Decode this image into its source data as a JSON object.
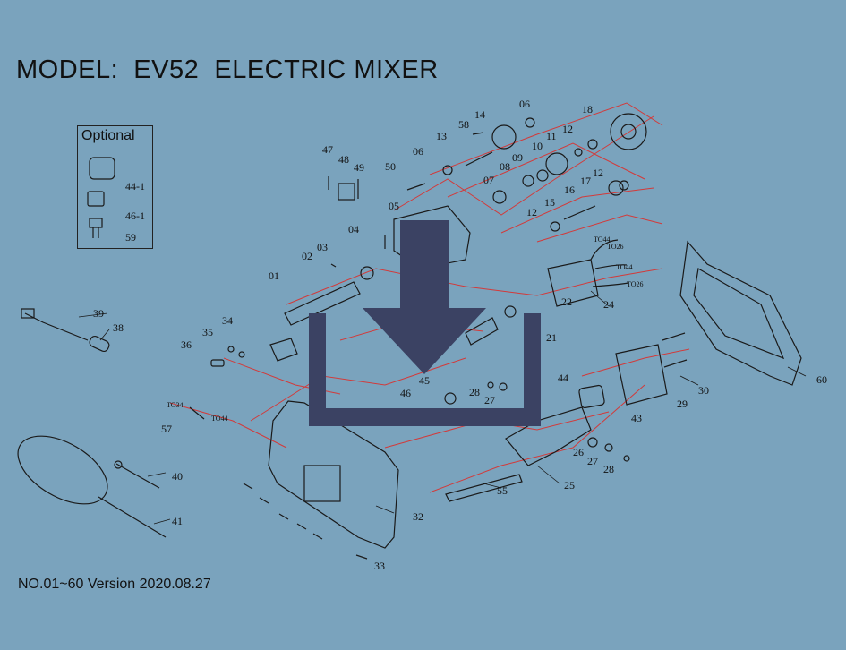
{
  "title": "MODEL:  EV52  ELECTRIC MIXER",
  "version": "NO.01~60 Version 2020.08.27",
  "optional": {
    "label": "Optional",
    "items": [
      "44-1",
      "46-1",
      "59"
    ]
  },
  "parts": {
    "p01": "01",
    "p02": "02",
    "p03": "03",
    "p04": "04",
    "p05": "05",
    "p06a": "06",
    "p06b": "06",
    "p07": "07",
    "p08": "08",
    "p09": "09",
    "p10": "10",
    "p11": "11",
    "p12a": "12",
    "p12b": "12",
    "p12c": "12",
    "p13": "13",
    "p14": "14",
    "p15": "15",
    "p16": "16",
    "p17": "17",
    "p18": "18",
    "p21": "21",
    "p22": "22",
    "p24": "24",
    "p25": "25",
    "p26": "26",
    "p27a": "27",
    "p27b": "27",
    "p28a": "28",
    "p28b": "28",
    "p29": "29",
    "p30": "30",
    "p32": "32",
    "p33": "33",
    "p34": "34",
    "p35": "35",
    "p36": "36",
    "p38": "38",
    "p39": "39",
    "p40": "40",
    "p41": "41",
    "p43": "43",
    "p44": "44",
    "p45": "45",
    "p46": "46",
    "p47": "47",
    "p48": "48",
    "p49": "49",
    "p50": "50",
    "p55": "55",
    "p57": "57",
    "p58": "58",
    "p60": "60"
  },
  "wires": {
    "w_to44a": "TO44",
    "w_to26a": "TO26",
    "w_to44b": "TO44",
    "w_to26b": "TO26",
    "w_to34": "TO34",
    "w_to44c": "TO44"
  },
  "colors": {
    "background": "#7aa3bd",
    "line": "#1a1a1a",
    "leader": "#d23a3a",
    "download_icon": "#3b4263"
  }
}
